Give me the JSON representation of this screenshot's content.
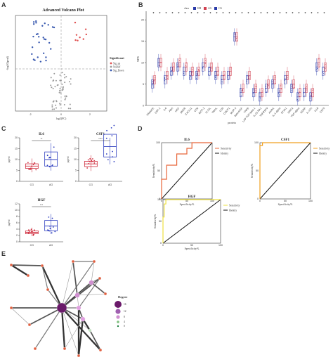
{
  "panels": {
    "A": "A",
    "B": "B",
    "C": "C",
    "D": "D",
    "E": "E"
  },
  "volcano": {
    "title": "Advanced Volcano Plot",
    "xlabel": "log2(FC)",
    "ylabel": "-log10(pval)",
    "xticks": [
      "-2",
      "0",
      "2"
    ],
    "legend_title": "Significant",
    "legend_items": [
      {
        "label": "Sig_up",
        "color": "#e05050"
      },
      {
        "label": "NoDiff",
        "color": "#999999"
      },
      {
        "label": "Sig_Down",
        "color": "#3a5ab0"
      }
    ]
  },
  "npx_plot": {
    "legend_title": "class",
    "legend_items": [
      {
        "label": "HH",
        "color": "#2a3aa8"
      },
      {
        "label": "AG",
        "color": "#d04050"
      },
      {
        "label": "CG",
        "color": "#2a3aa8"
      }
    ],
    "ylabel": "NPX",
    "xlabel": "protein",
    "yticks": [
      "0",
      "5",
      "10",
      "15",
      "20"
    ],
    "proteins": [
      "TRANCE",
      "CSF-1",
      "IL6",
      "ADA",
      "HGF",
      "DNER",
      "CXCL11",
      "CD6",
      "MCP-2",
      "FLT3L",
      "TRAIL",
      "CD5",
      "CDCP1",
      "MCP-4",
      "Beta-NGF",
      "TNFB",
      "LAP TGF-beta-1",
      "IL-22 RA1",
      "TNFRSF9",
      "AXIN1",
      "IL-1 alpha",
      "ST1A1",
      "SIRT2",
      "TGF-alpha",
      "GDNF",
      "IL-17A",
      "IL18",
      "CST5"
    ],
    "significance_marks": "*",
    "chart_data": {
      "type": "box",
      "categories": [
        "TRANCE",
        "CSF-1",
        "IL6",
        "ADA",
        "HGF",
        "DNER",
        "CXCL11",
        "CD6",
        "MCP-2",
        "FLT3L",
        "TRAIL",
        "CD5",
        "CDCP1",
        "MCP-4",
        "Beta-NGF",
        "TNFB",
        "LAP TGF-beta-1",
        "IL-22 RA1",
        "TNFRSF9",
        "AXIN1",
        "IL-1 alpha",
        "ST1A1",
        "SIRT2",
        "TGF-alpha",
        "GDNF",
        "IL-17A",
        "IL18",
        "CST5"
      ],
      "series": [
        {
          "name": "HH",
          "medians": [
            5,
            10,
            6,
            8,
            9,
            8,
            7,
            7,
            9,
            8,
            7,
            6,
            7,
            16,
            3,
            6,
            3,
            2,
            4,
            5,
            3,
            6,
            4,
            2,
            3,
            2,
            9,
            8
          ]
        },
        {
          "name": "AG",
          "medians": [
            6,
            10,
            7,
            9,
            10,
            9,
            8,
            8,
            10,
            9,
            8,
            7,
            8,
            16,
            4,
            7,
            4,
            3,
            5,
            6,
            4,
            7,
            5,
            3,
            4,
            3,
            10,
            9
          ]
        }
      ],
      "ylim": [
        0,
        22
      ]
    }
  },
  "box_plots": {
    "il6": {
      "title": "IL6",
      "yl": "pg/ml",
      "cats": [
        "CG",
        "AG"
      ],
      "sig": "**",
      "chart_data": {
        "type": "box",
        "categories": [
          "CG",
          "AG"
        ],
        "medians": [
          7,
          10
        ],
        "ylim": [
          0,
          20
        ],
        "yticks": [
          "0",
          "5",
          "10",
          "15",
          "20"
        ]
      }
    },
    "csf1": {
      "title": "CSF1",
      "yl": "pg/ml",
      "cats": [
        "CG",
        "AG"
      ],
      "sig": "****",
      "chart_data": {
        "type": "box",
        "categories": [
          "CG",
          "AG"
        ],
        "medians": [
          8,
          16
        ],
        "ylim": [
          0,
          20
        ],
        "yticks": [
          "0",
          "5",
          "10",
          "15",
          "20"
        ]
      }
    },
    "hgf": {
      "title": "HGF",
      "yl": "pg/ml",
      "cats": [
        "CG",
        "AG"
      ],
      "sig": "***",
      "chart_data": {
        "type": "box",
        "categories": [
          "CG",
          "AG"
        ],
        "medians": [
          3,
          5
        ],
        "ylim": [
          0,
          12
        ],
        "yticks": [
          "0",
          "2",
          "4",
          "6",
          "8",
          "10",
          "12"
        ]
      }
    }
  },
  "roc": {
    "il6": {
      "title": "IL6",
      "xlabel": "Specificity%",
      "ylabel": "Sensitivity%",
      "leg": [
        "Sensitivity",
        "Identity"
      ],
      "color": "#e8663a"
    },
    "csf1": {
      "title": "CSF1",
      "xlabel": "Specificity%",
      "ylabel": "Sensitivity%",
      "leg": [
        "Sensitivity",
        "Identity"
      ],
      "color": "#f0a020"
    },
    "hgf": {
      "title": "HGF",
      "xlabel": "Specificity%",
      "ylabel": "Sensitivity%",
      "leg": [
        "Sensitivity",
        "Identity"
      ],
      "color": "#eee040"
    },
    "ticks": [
      "0",
      "50",
      "100"
    ]
  },
  "network": {
    "legend_title": "Degree",
    "legend_items": [
      "16",
      "12",
      "8",
      "4",
      "0"
    ]
  }
}
